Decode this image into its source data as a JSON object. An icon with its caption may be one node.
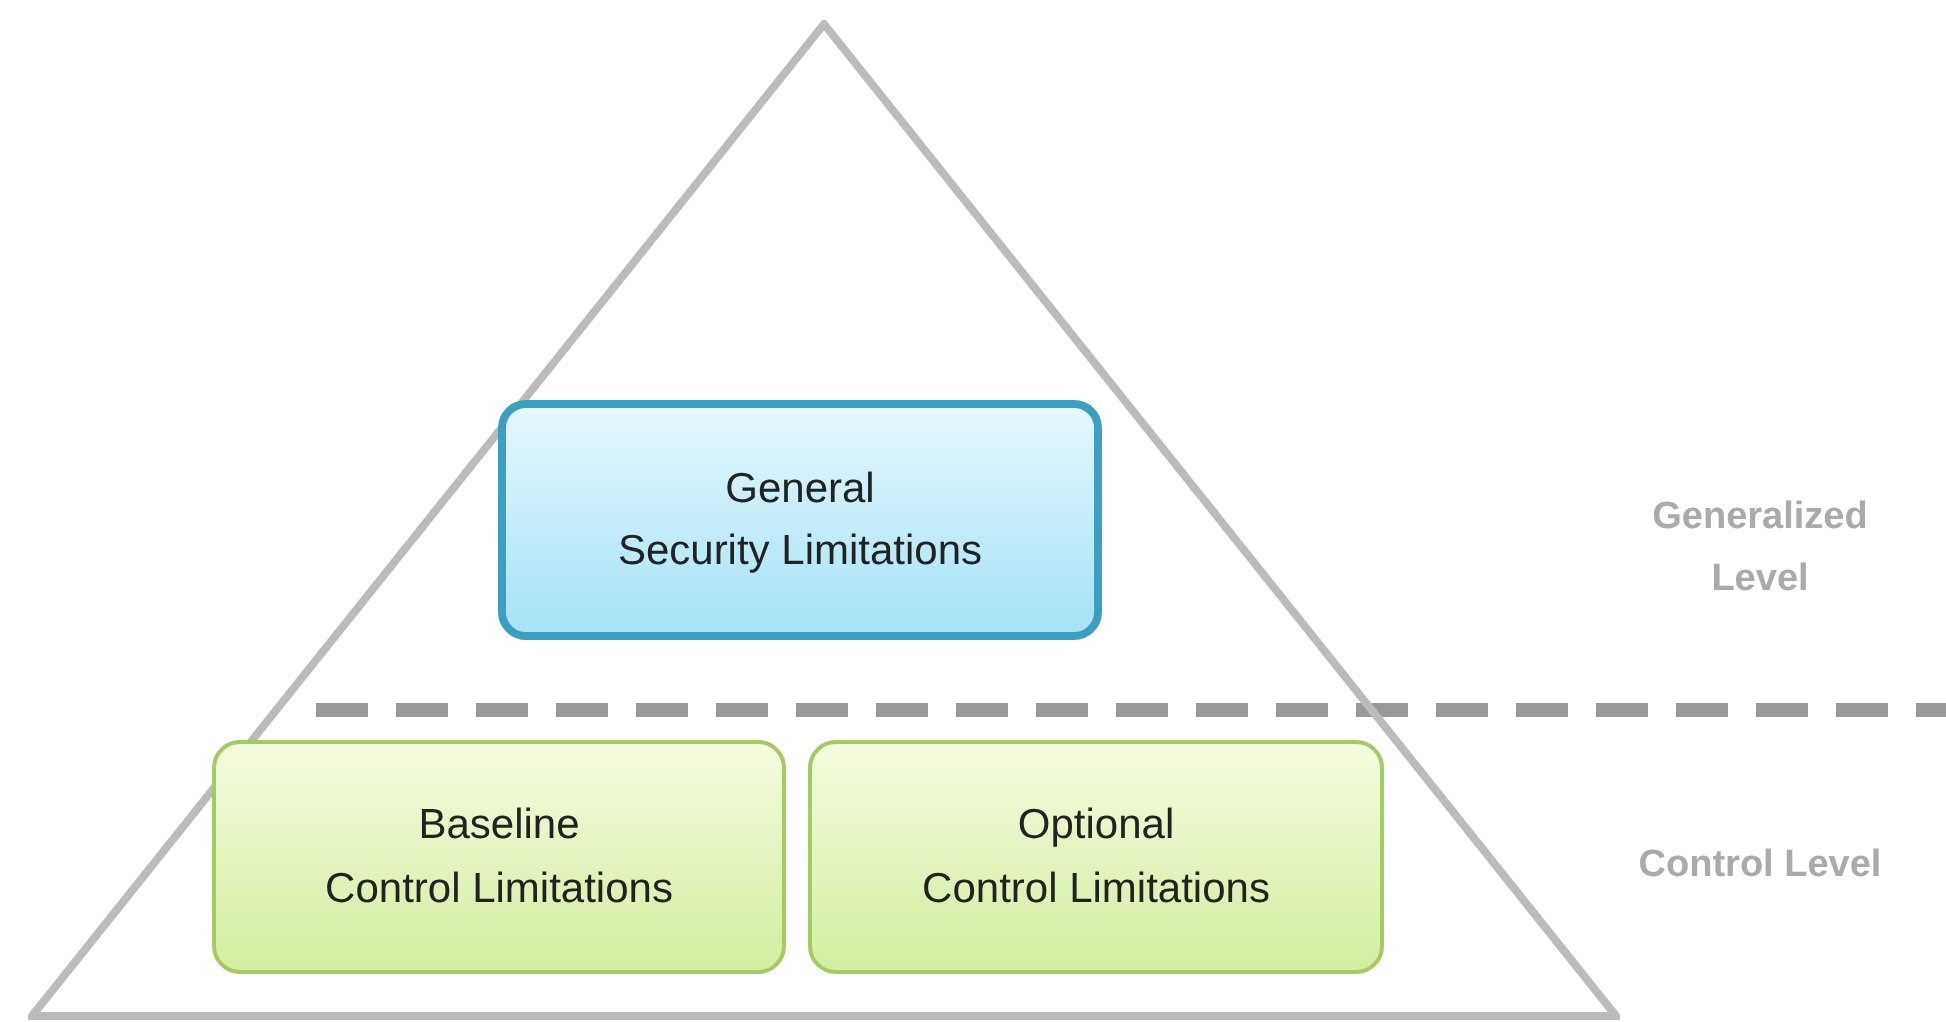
{
  "diagram": {
    "nodes": [
      {
        "text": [],
        "shape": "triangle"
      },
      {
        "text": [
          "General Security Limitations"
        ],
        "in": 0
      },
      {
        "text": [
          "Baseline Control Limitations"
        ],
        "in": 0
      },
      {
        "text": [
          "Optional Control Limitations"
        ],
        "in": 0
      }
    ],
    "labels": [
      "Generalized Level",
      "Control Level"
    ]
  }
}
